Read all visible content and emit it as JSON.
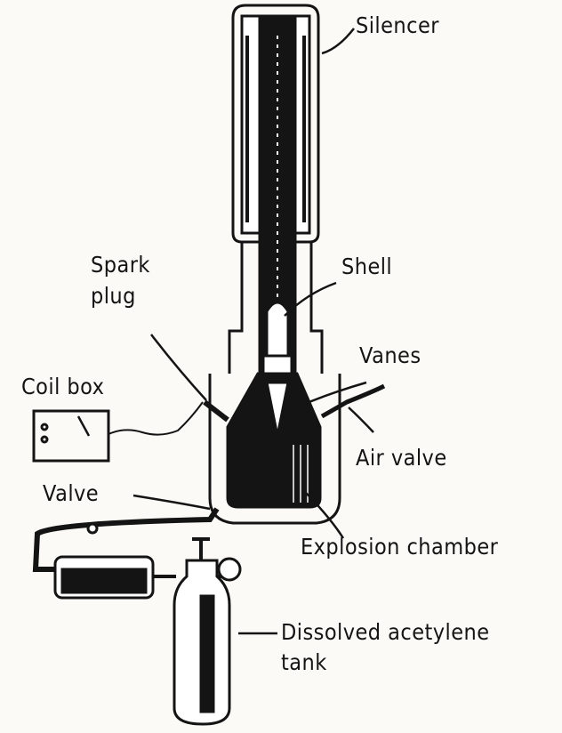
{
  "labels": {
    "silencer": "Silencer",
    "spark_plug_1": "Spark",
    "spark_plug_2": "plug",
    "shell": "Shell",
    "vanes": "Vanes",
    "coil_box": "Coil box",
    "air_valve": "Air valve",
    "valve": "Valve",
    "explosion_chamber": "Explosion chamber",
    "tank_1": "Dissolved acetylene",
    "tank_2": "tank"
  },
  "colors": {
    "ink": "#141414",
    "paper": "#fbfaf6"
  }
}
